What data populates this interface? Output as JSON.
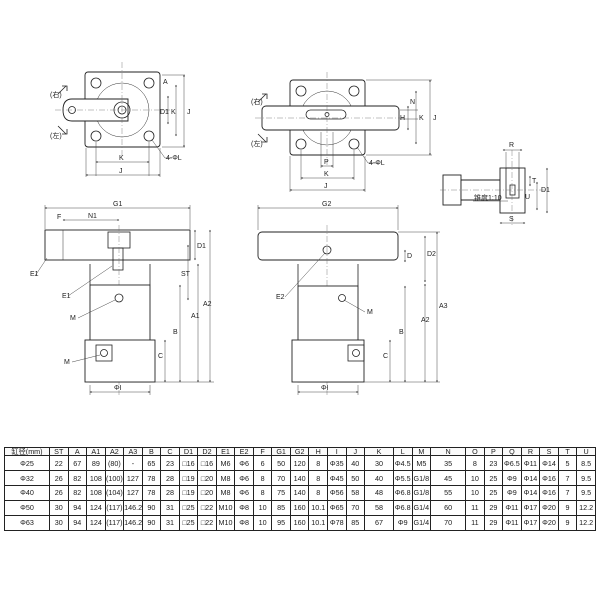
{
  "views": {
    "top_left": {
      "rotate_right": "(右)",
      "rotate_left": "(左)",
      "dims": [
        "A",
        "D1",
        "K",
        "J",
        "K",
        "J"
      ],
      "hole": "4-ΦL"
    },
    "top_right": {
      "rotate_right": "(右)",
      "rotate_left": "(左)",
      "dims": [
        "J",
        "K",
        "N",
        "H",
        "P",
        "K",
        "J"
      ],
      "hole": "4-ΦL"
    },
    "detail": {
      "dims": [
        "R",
        "T",
        "U",
        "D1",
        "S"
      ],
      "taper": "锥度1:10"
    },
    "front": {
      "dims": [
        "G1",
        "N1",
        "F",
        "E1",
        "E1",
        "D1",
        "ST",
        "A2",
        "A1",
        "B",
        "C",
        "M",
        "M",
        "ΦI"
      ]
    },
    "side": {
      "dims": [
        "G2",
        "D",
        "D2",
        "E2",
        "A3",
        "A2",
        "B",
        "C",
        "M",
        "ΦI"
      ]
    }
  },
  "table": {
    "headers": [
      "缸径(mm)",
      "ST",
      "A",
      "A1",
      "A2",
      "A3",
      "B",
      "C",
      "D1",
      "D2",
      "E1",
      "E2",
      "F",
      "G1",
      "G2",
      "H",
      "I",
      "J",
      "K",
      "L",
      "M",
      "N",
      "O",
      "P",
      "Q",
      "R",
      "S",
      "T",
      "U"
    ],
    "rows": [
      [
        "Φ25",
        "22",
        "67",
        "89",
        "(80)",
        "-",
        "65",
        "23",
        "□16",
        "□16",
        "M6",
        "Φ6",
        "6",
        "50",
        "120",
        "8",
        "Φ35",
        "40",
        "30",
        "Φ4.5",
        "M5",
        "35",
        "8",
        "23",
        "Φ6.5",
        "Φ11",
        "Φ14",
        "5",
        "8.5"
      ],
      [
        "Φ32",
        "26",
        "82",
        "108",
        "(100)",
        "127",
        "78",
        "28",
        "□19",
        "□20",
        "M8",
        "Φ6",
        "8",
        "70",
        "140",
        "8",
        "Φ45",
        "50",
        "40",
        "Φ5.5",
        "G1/8",
        "45",
        "10",
        "25",
        "Φ9",
        "Φ14",
        "Φ16",
        "7",
        "9.5"
      ],
      [
        "Φ40",
        "26",
        "82",
        "108",
        "(104)",
        "127",
        "78",
        "28",
        "□19",
        "□20",
        "M8",
        "Φ6",
        "8",
        "75",
        "140",
        "8",
        "Φ56",
        "58",
        "48",
        "Φ6.8",
        "G1/8",
        "55",
        "10",
        "25",
        "Φ9",
        "Φ14",
        "Φ16",
        "7",
        "9.5"
      ],
      [
        "Φ50",
        "30",
        "94",
        "124",
        "(117)",
        "146.2",
        "90",
        "31",
        "□25",
        "□22",
        "M10",
        "Φ8",
        "10",
        "85",
        "160",
        "10.1",
        "Φ65",
        "70",
        "58",
        "Φ6.8",
        "G1/4",
        "60",
        "11",
        "29",
        "Φ11",
        "Φ17",
        "Φ20",
        "9",
        "12.2"
      ],
      [
        "Φ63",
        "30",
        "94",
        "124",
        "(117)",
        "146.2",
        "90",
        "31",
        "□25",
        "□22",
        "M10",
        "Φ8",
        "10",
        "95",
        "160",
        "10.1",
        "Φ78",
        "85",
        "67",
        "Φ9",
        "G1/4",
        "70",
        "11",
        "29",
        "Φ11",
        "Φ17",
        "Φ20",
        "9",
        "12.2"
      ]
    ]
  }
}
